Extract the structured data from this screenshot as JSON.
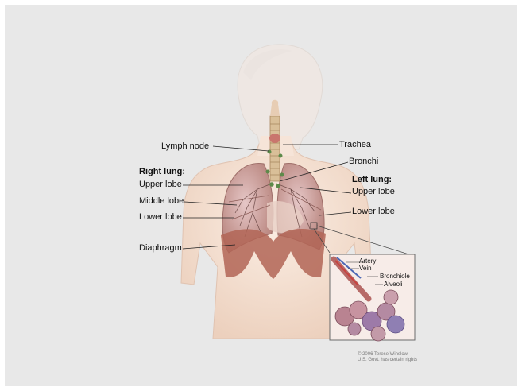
{
  "labels": {
    "lymph_node": "Lymph node",
    "trachea": "Trachea",
    "bronchi": "Bronchi",
    "right_lung_heading": "Right lung:",
    "right_upper_lobe": "Upper lobe",
    "middle_lobe": "Middle lobe",
    "right_lower_lobe": "Lower lobe",
    "diaphragm": "Diaphragm",
    "left_lung_heading": "Left lung:",
    "left_upper_lobe": "Upper lobe",
    "left_lower_lobe": "Lower lobe"
  },
  "inset": {
    "artery": "Artery",
    "vein": "Vein",
    "bronchiole": "Bronchiole",
    "alveoli": "Alveoli"
  },
  "credit": {
    "line1": "© 2006 Terese Winslow",
    "line2": "U.S. Govt. has certain rights"
  },
  "colors": {
    "background": "#e8e8e8",
    "skin": "#f2d8c8",
    "lung": "#c98a86",
    "diaphragm": "#b26556",
    "trachea": "#c7a67c",
    "lymph_node": "#5d8a4a"
  }
}
